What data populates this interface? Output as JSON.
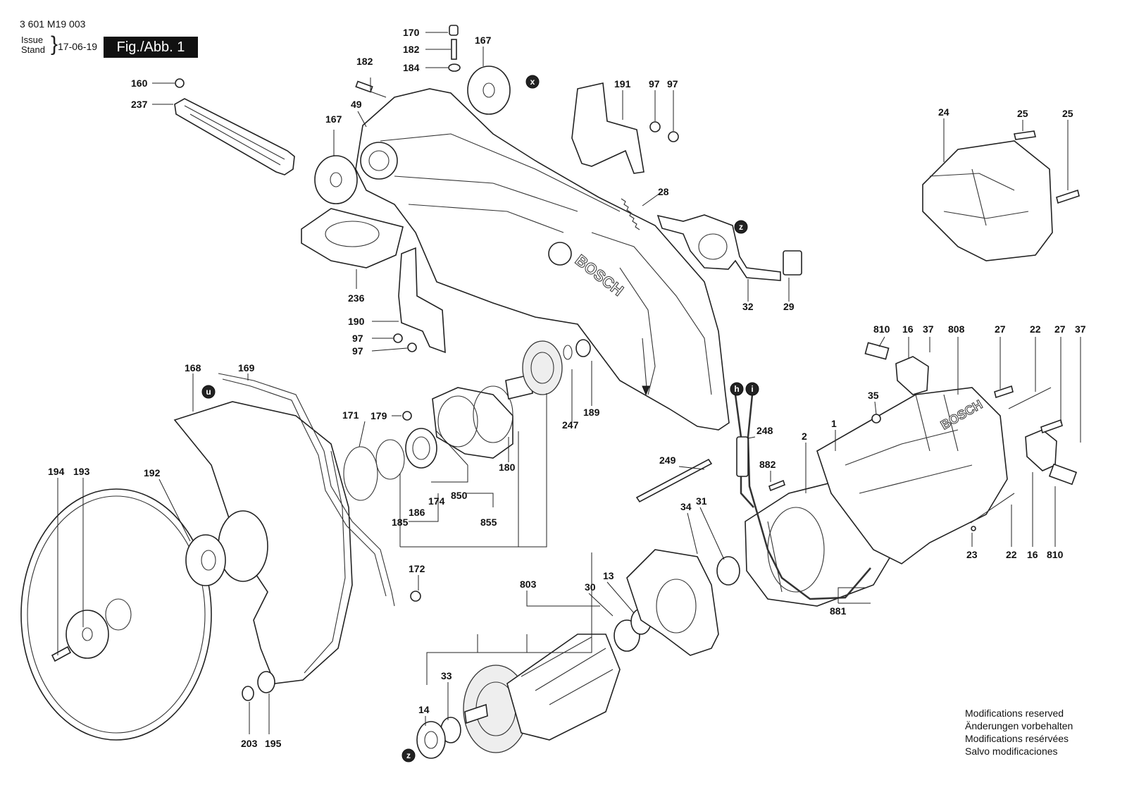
{
  "header": {
    "doc_id": "3 601 M19 003",
    "issue_label": "Issue",
    "stand_label": "Stand",
    "date": "17-06-19",
    "figure": "Fig./Abb. 1"
  },
  "notes": [
    "Modifications reserved",
    "Änderungen vorbehalten",
    "Modifications resérvées",
    "Salvo modificaciones"
  ],
  "brand": "BOSCH",
  "markers": {
    "x": "x",
    "z": "z",
    "u": "u",
    "h": "h",
    "i": "i"
  },
  "part_numbers": {
    "p160": "160",
    "p237": "237",
    "p182a": "182",
    "p170": "170",
    "p182b": "182",
    "p184": "184",
    "p167a": "167",
    "p167b": "167",
    "p49": "49",
    "p236": "236",
    "p190": "190",
    "p97a": "97",
    "p97b": "97",
    "p191": "191",
    "p97c": "97",
    "p97d": "97",
    "p28": "28",
    "p32": "32",
    "p29": "29",
    "p24": "24",
    "p25a": "25",
    "p25b": "25",
    "p168": "168",
    "p169": "169",
    "p171": "171",
    "p179": "179",
    "p189": "189",
    "p247": "247",
    "p180": "180",
    "p850": "850",
    "p174": "174",
    "p186": "186",
    "p185": "185",
    "p855": "855",
    "p194": "194",
    "p193": "193",
    "p192": "192",
    "p172": "172",
    "p203": "203",
    "p195": "195",
    "p803": "803",
    "p30": "30",
    "p13": "13",
    "p14": "14",
    "p33": "33",
    "p34": "34",
    "p31": "31",
    "p249": "249",
    "p248": "248",
    "p882": "882",
    "p2": "2",
    "p1": "1",
    "p881": "881",
    "p810a": "810",
    "p16a": "16",
    "p37a": "37",
    "p808": "808",
    "p27a": "27",
    "p22a": "22",
    "p27b": "27",
    "p37b": "37",
    "p35": "35",
    "p23": "23",
    "p22b": "22",
    "p16b": "16",
    "p810b": "810"
  }
}
